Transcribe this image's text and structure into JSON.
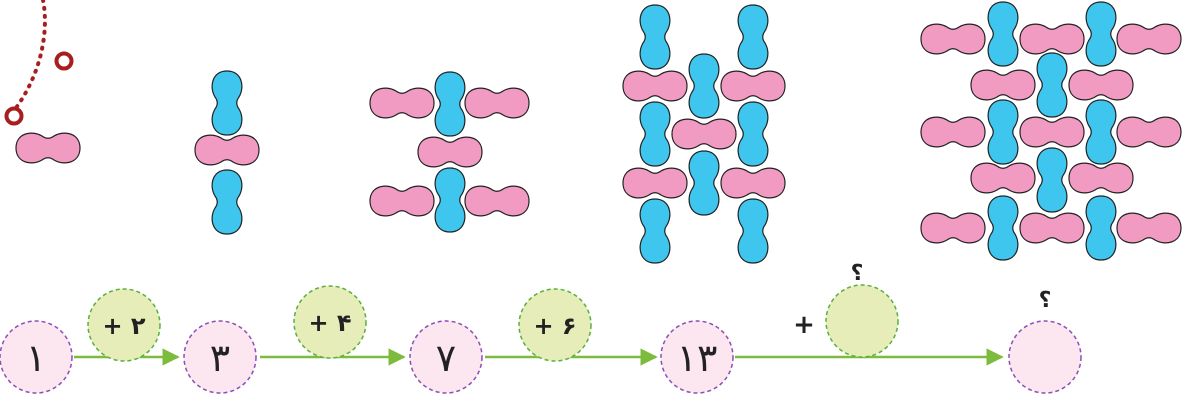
{
  "sequence": {
    "terms": [
      "۱",
      "۳",
      "۷",
      "۱۳",
      "؟"
    ],
    "steps": [
      {
        "label": "+ ۲"
      },
      {
        "label": "+ ۴"
      },
      {
        "label": "+ ۶"
      },
      {
        "label": "+",
        "bubble": "؟"
      }
    ]
  },
  "colors": {
    "pink_piece": "#F29BC2",
    "blue_piece": "#3EC6EE",
    "term_fill": "#FCE6F0",
    "term_border": "#8B4FB5",
    "step_fill": "#E6EDB9",
    "step_border": "#5BAF3E",
    "arrow": "#7DBB3C",
    "deco": "#A81E1E"
  }
}
